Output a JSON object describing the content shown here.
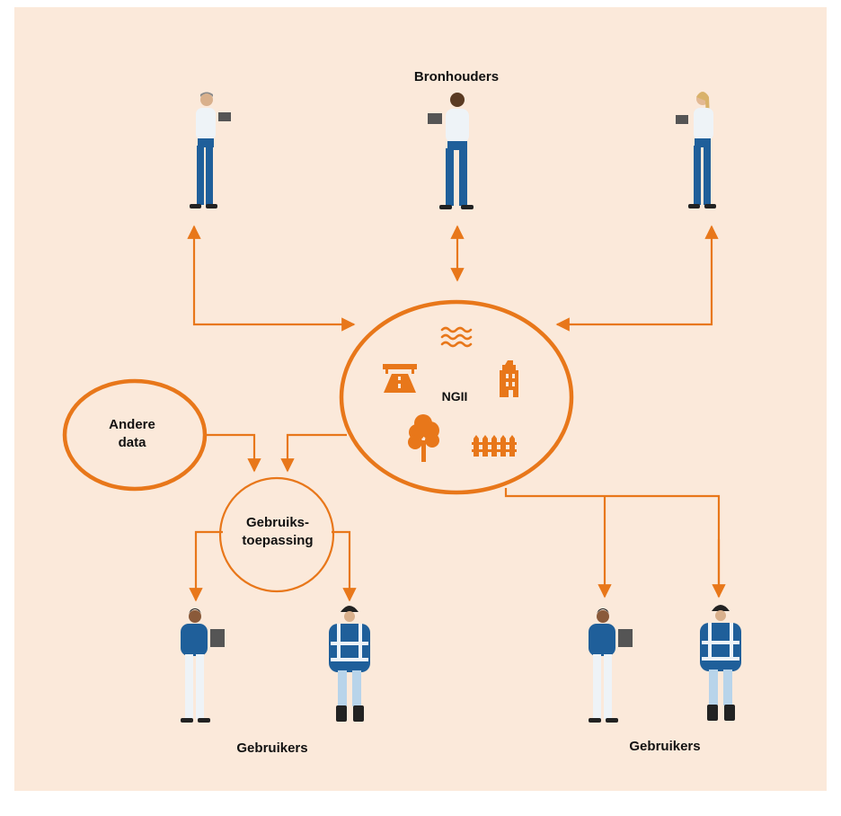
{
  "labels": {
    "bronhouders": "Bronhouders",
    "ngii": "NGII",
    "andere_line1": "Andere",
    "andere_line2": "data",
    "gebruiks_line1": "Gebruiks-",
    "gebruiks_line2": "toepassing",
    "gebruikers_left": "Gebruikers",
    "gebruikers_right": "Gebruikers"
  },
  "colors": {
    "background": "#fbe9da",
    "accent": "#e8771a",
    "figure_blue": "#1f5f9a",
    "figure_shirt": "#eef3f7",
    "figure_dark": "#222222",
    "label": "#111111"
  },
  "icons": [
    "waves-icon",
    "road-icon",
    "building-icon",
    "tree-icon",
    "fence-icon"
  ]
}
